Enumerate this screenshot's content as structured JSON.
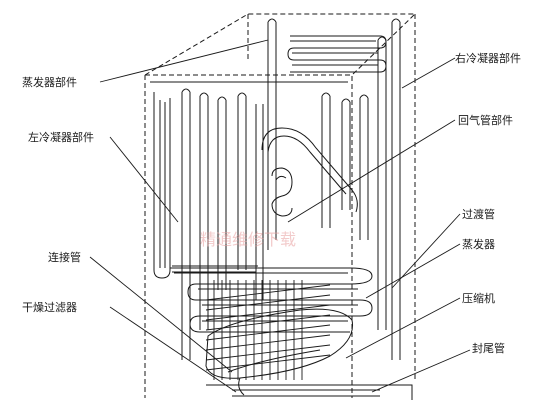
{
  "labels": {
    "evaporator_parts": "蒸发器部件",
    "left_condenser_parts": "左冷凝器部件",
    "connecting_pipe": "连接管",
    "dryer_filter": "干燥过滤器",
    "right_condenser_parts": "右冷凝器部件",
    "return_pipe_parts": "回气管部件",
    "transition_pipe": "过渡管",
    "evaporator": "蒸发器",
    "compressor": "压缩机",
    "sealing_tail_pipe": "封尾管"
  },
  "watermark": "精通维修下载"
}
